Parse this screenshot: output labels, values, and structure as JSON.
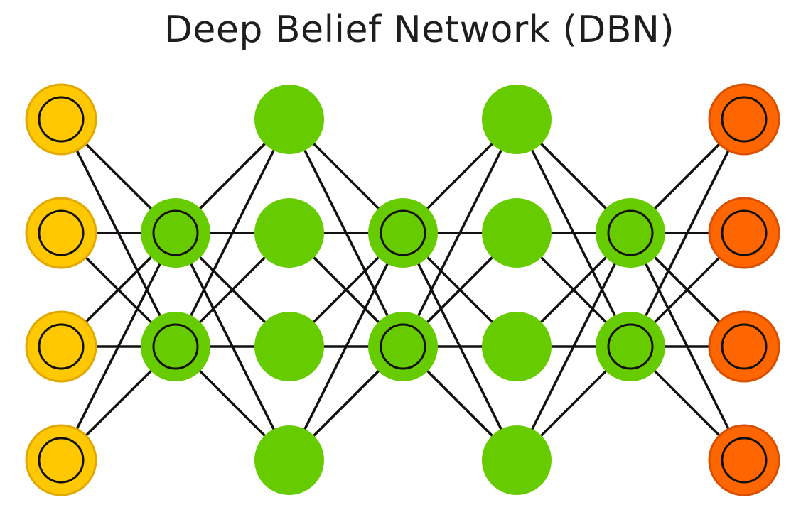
{
  "title": "Deep Belief Network (DBN)",
  "colors": {
    "input": "#FFC800",
    "input_edge": "#E0A800",
    "hidden": "#66CC00",
    "output": "#FF6600",
    "output_edge": "#D95000",
    "line": "#111111",
    "inner_ring": "#111111"
  },
  "layers": [
    {
      "role": "input",
      "nodes": 4,
      "ring": true
    },
    {
      "role": "hidden",
      "nodes": 2,
      "ring": true
    },
    {
      "role": "hidden",
      "nodes": 4,
      "ring": false
    },
    {
      "role": "hidden",
      "nodes": 2,
      "ring": true
    },
    {
      "role": "hidden",
      "nodes": 4,
      "ring": false
    },
    {
      "role": "hidden",
      "nodes": 2,
      "ring": true
    },
    {
      "role": "output",
      "nodes": 4,
      "ring": true
    }
  ]
}
